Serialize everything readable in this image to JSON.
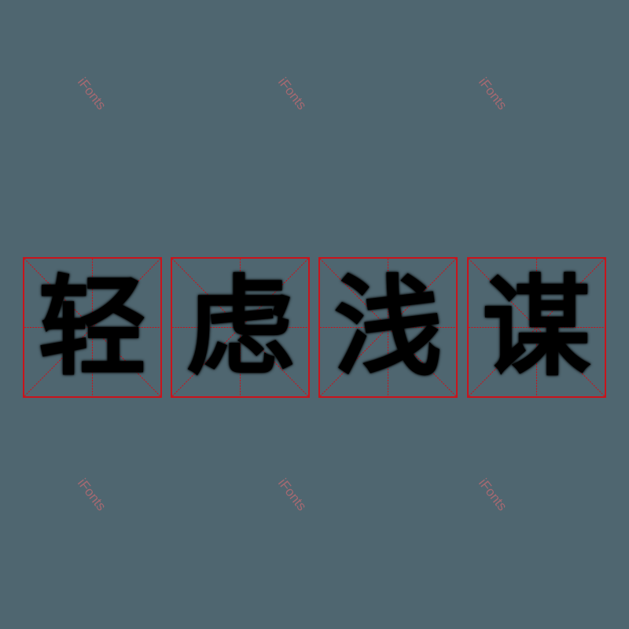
{
  "phrase": {
    "characters": [
      "轻",
      "虑",
      "浅",
      "谋"
    ]
  },
  "watermark": {
    "text": "iFonts",
    "color": "#b36a72"
  },
  "colors": {
    "background": "#4f6670",
    "grid": "#c8141c",
    "glyph": "#000000"
  }
}
